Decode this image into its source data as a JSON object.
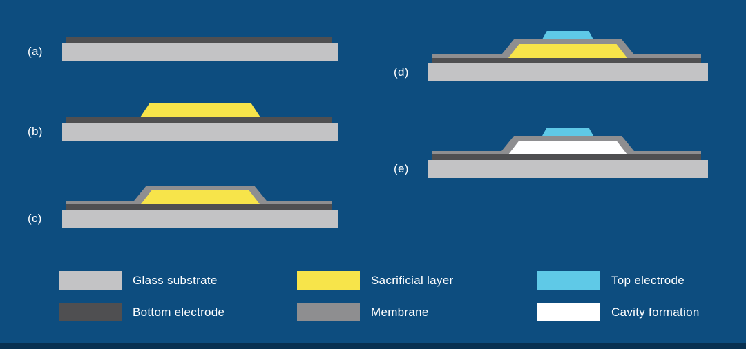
{
  "colors": {
    "background": "#0d4d7f",
    "footer_strip": "#083050",
    "glass_substrate": "#c3c3c5",
    "bottom_electrode": "#4f4f51",
    "sacrificial_layer": "#f7e44a",
    "membrane": "#8e8e90",
    "top_electrode": "#5fc9e7",
    "cavity": "#ffffff",
    "text": "#ffffff"
  },
  "panels": [
    {
      "label": "(a)"
    },
    {
      "label": "(b)"
    },
    {
      "label": "(c)"
    },
    {
      "label": "(d)"
    },
    {
      "label": "(e)"
    }
  ],
  "legend": [
    {
      "label": "Glass substrate"
    },
    {
      "label": "Bottom electrode"
    },
    {
      "label": "Sacrificial layer"
    },
    {
      "label": "Membrane"
    },
    {
      "label": "Top electrode"
    },
    {
      "label": "Cavity formation"
    }
  ]
}
